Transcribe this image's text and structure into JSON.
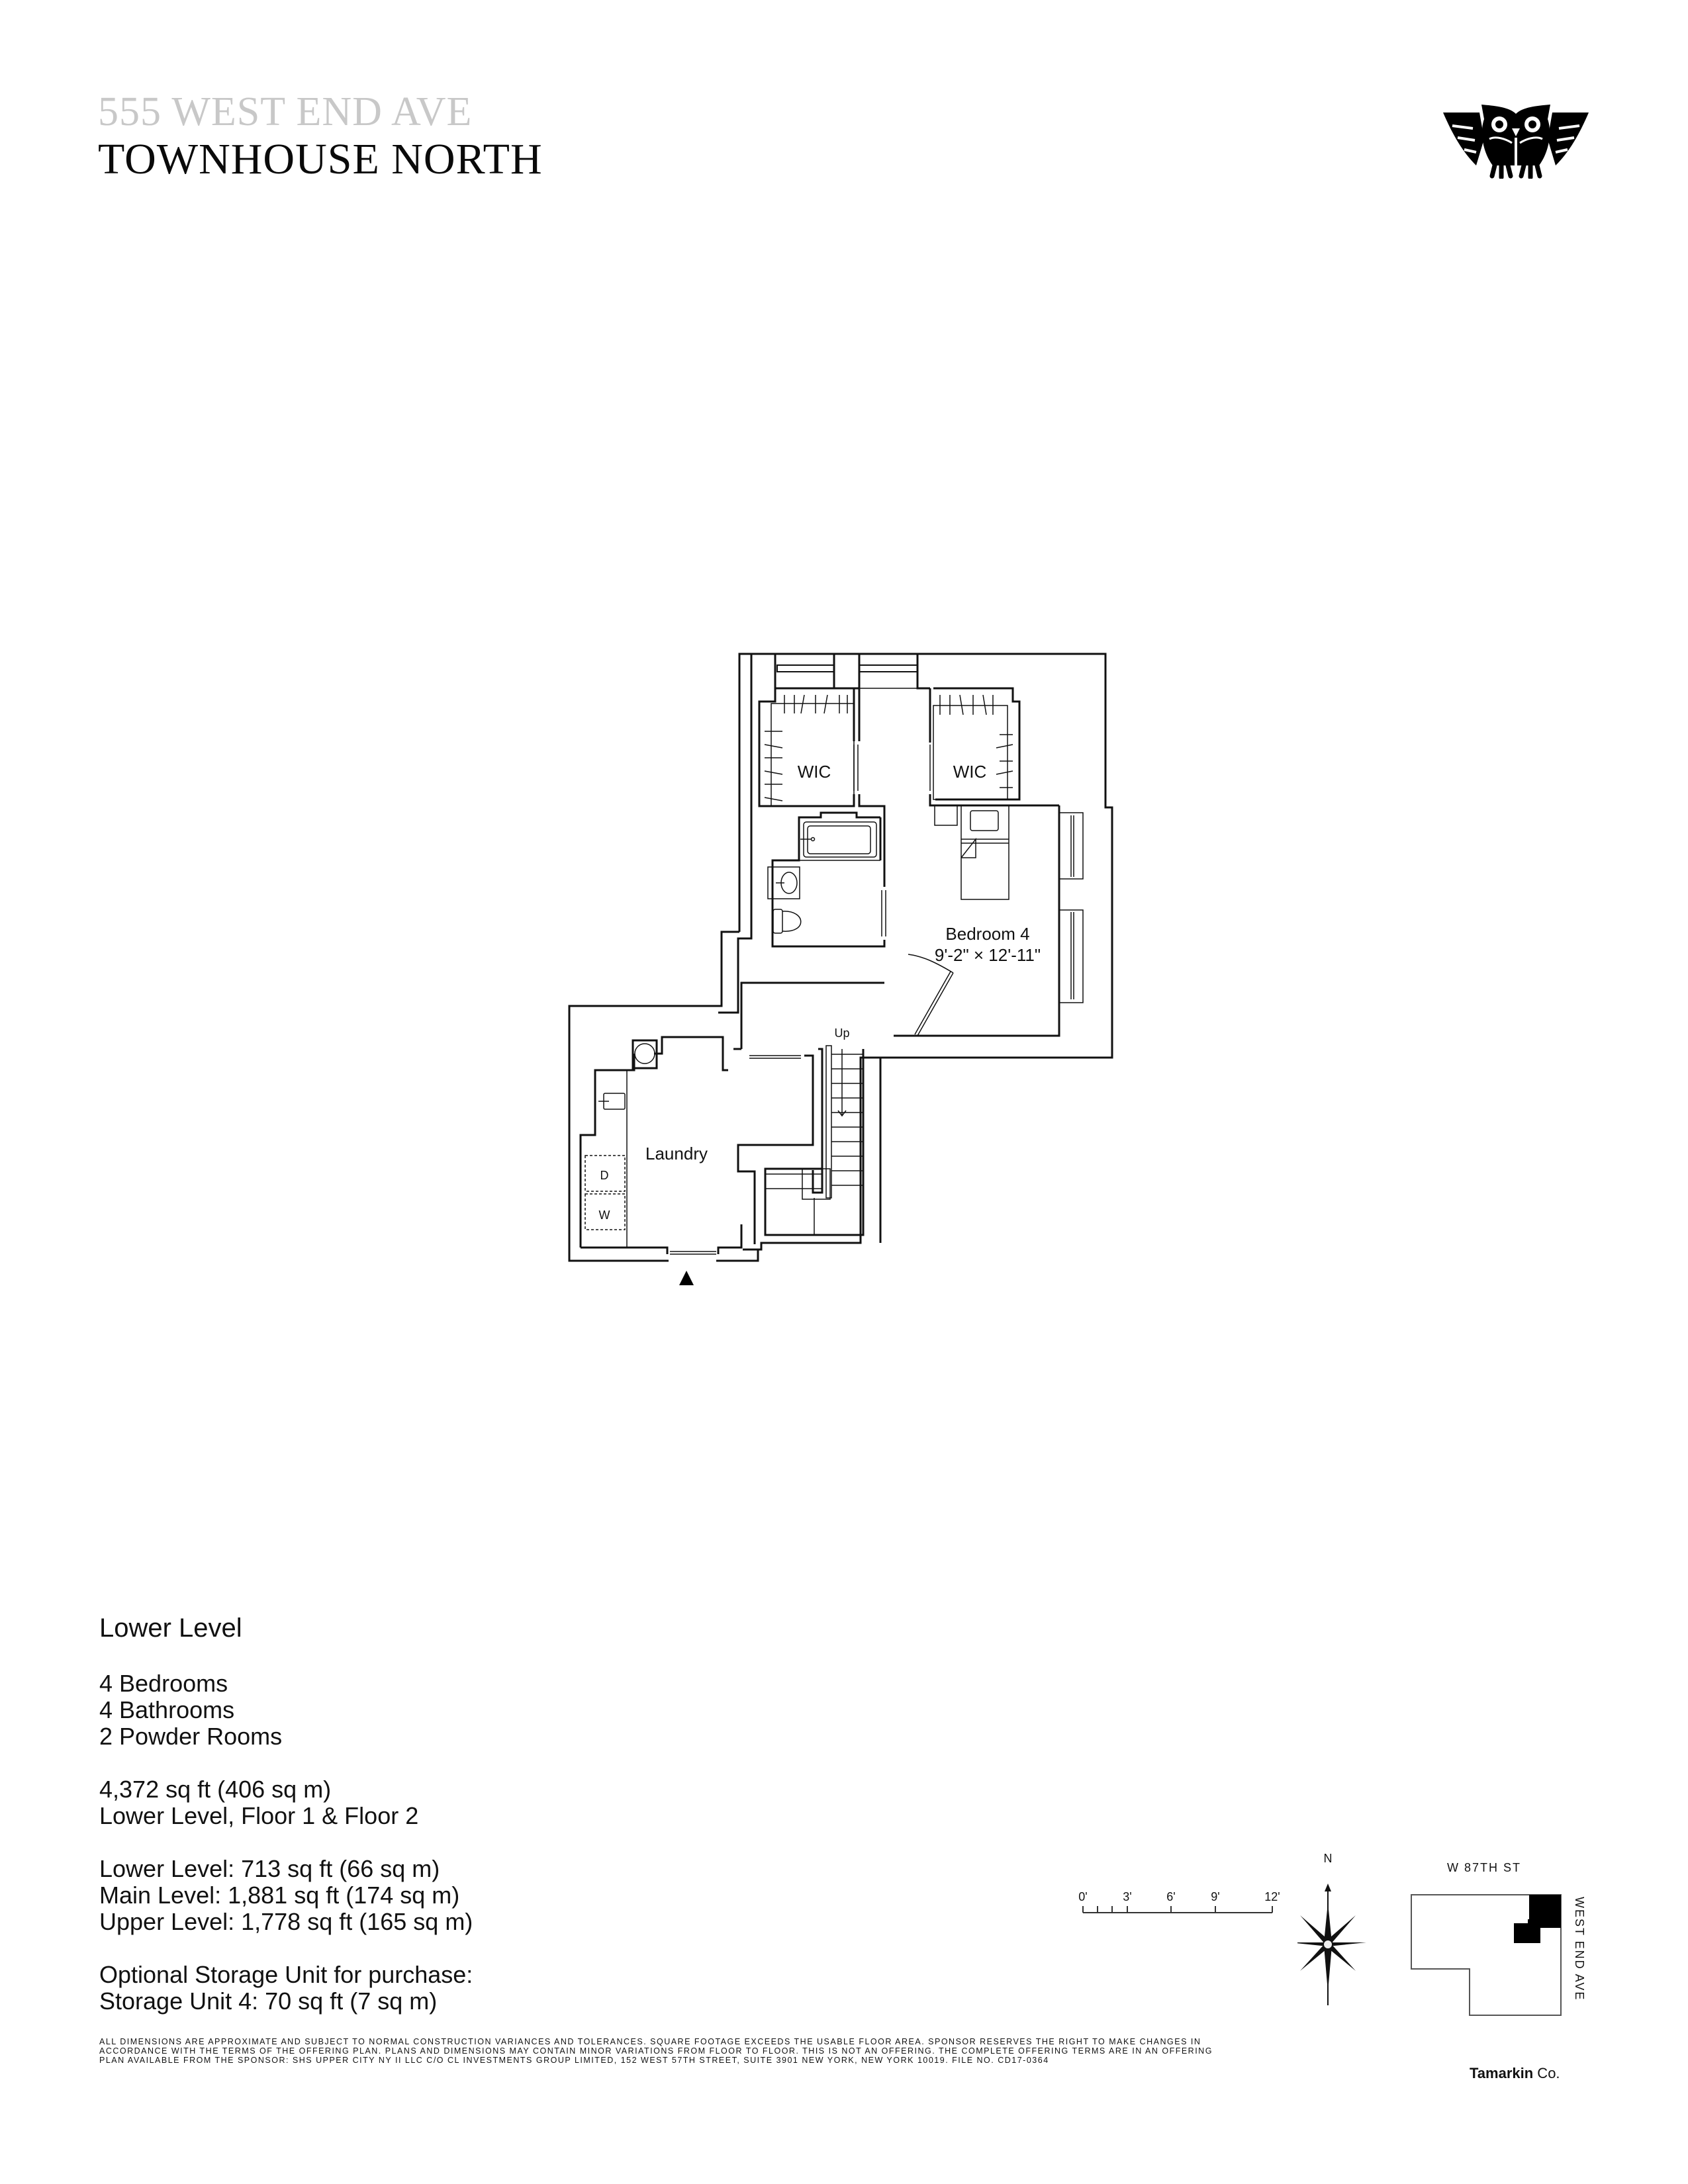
{
  "header": {
    "address": "555 WEST END AVE",
    "unit_name": "TOWNHOUSE NORTH",
    "logo_icon": "owl-logo-icon"
  },
  "floor_plan": {
    "rooms": [
      {
        "name": "WIC",
        "position": "northwest closet"
      },
      {
        "name": "WIC",
        "position": "northeast closet"
      },
      {
        "name": "Bedroom 4",
        "dimensions": "9'-2\" × 12'-11\""
      },
      {
        "name": "Laundry"
      }
    ],
    "appliance_labels": {
      "dryer": "D",
      "washer": "W"
    },
    "stair_label": "Up",
    "entry_marker_icon": "entry-arrow-icon"
  },
  "info": {
    "level_title": "Lower Level",
    "room_counts": [
      "4 Bedrooms",
      "4 Bathrooms",
      "2 Powder Rooms"
    ],
    "total_area": [
      "4,372 sq ft (406 sq m)",
      "Lower Level, Floor 1 & Floor 2"
    ],
    "level_areas": [
      "Lower Level: 713 sq ft (66 sq m)",
      "Main Level: 1,881 sq ft (174 sq m)",
      "Upper Level: 1,778 sq ft (165 sq m)"
    ],
    "storage": [
      "Optional Storage Unit for purchase:",
      "Storage Unit 4: 70 sq ft (7 sq m)"
    ]
  },
  "scale_bar": {
    "ticks": [
      "0'",
      "3'",
      "6'",
      "9'",
      "12'"
    ]
  },
  "compass": {
    "north_label": "N"
  },
  "key_plan": {
    "street_top": "W 87TH ST",
    "street_right": "WEST END AVE"
  },
  "disclaimer": [
    "ALL DIMENSIONS ARE APPROXIMATE AND SUBJECT TO NORMAL CONSTRUCTION VARIANCES AND TOLERANCES. SQUARE FOOTAGE EXCEEDS THE USABLE FLOOR AREA. SPONSOR RESERVES THE RIGHT TO MAKE CHANGES IN",
    "ACCORDANCE WITH THE TERMS OF THE OFFERING PLAN. PLANS AND DIMENSIONS MAY CONTAIN MINOR VARIATIONS FROM FLOOR TO FLOOR. THIS IS NOT AN OFFERING. THE COMPLETE OFFERING TERMS ARE IN AN OFFERING",
    "PLAN AVAILABLE FROM THE SPONSOR: SHS UPPER CITY NY II LLC C/O CL INVESTMENTS GROUP LIMITED, 152 WEST 57TH STREET, SUITE 3901 NEW YORK, NEW YORK 10019. FILE NO. CD17-0364"
  ],
  "brand": {
    "bold": "Tamarkin",
    "regular": " Co."
  }
}
